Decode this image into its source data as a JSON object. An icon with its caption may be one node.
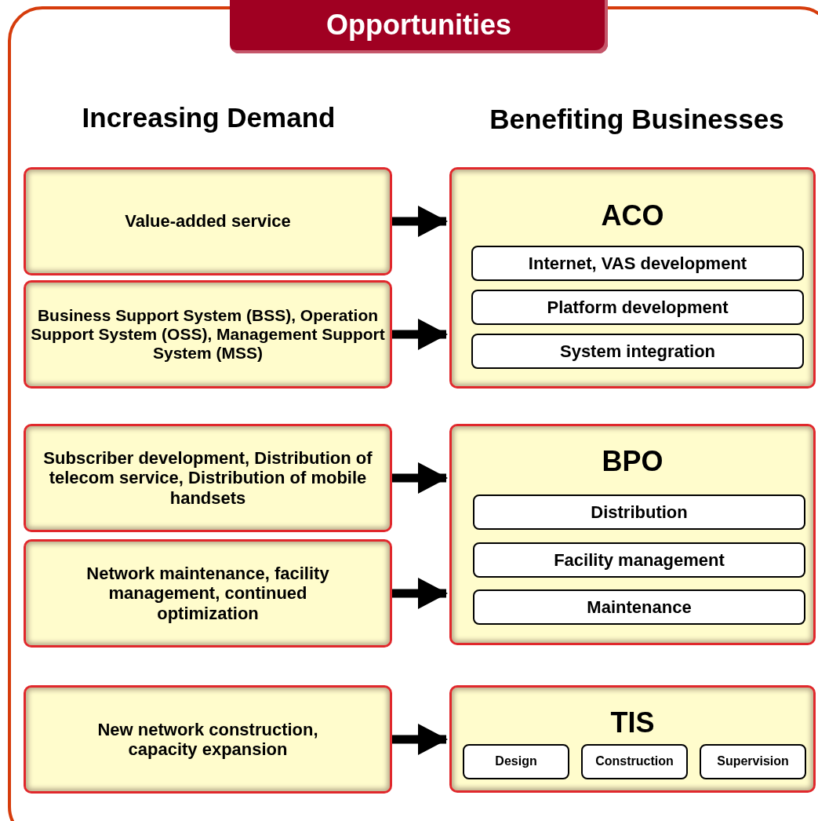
{
  "diagram": {
    "title": "Opportunities",
    "nodes": [
      {
        "text": [
          "Value-added service"
        ]
      },
      {
        "text": [
          "Business Support System (BSS), Operation Support System (OSS), Management Support System (MSS)"
        ]
      },
      {
        "text": [
          "Subscriber development, Distribution of telecom service, Distribution of mobile handsets"
        ]
      },
      {
        "text": [
          "Network maintenance, facility management, continued optimization"
        ]
      },
      {
        "text": [
          "New network construction, capacity expansion"
        ]
      },
      {
        "text": [
          "ACO"
        ]
      },
      {
        "text": [
          "Internet, VAS development"
        ],
        "in": 5
      },
      {
        "text": [
          "Platform development"
        ],
        "in": 5
      },
      {
        "text": [
          "System integration"
        ],
        "in": 5
      },
      {
        "text": [
          "BPO"
        ]
      },
      {
        "text": [
          "Distribution"
        ],
        "in": 9
      },
      {
        "text": [
          "Facility management"
        ],
        "in": 9
      },
      {
        "text": [
          "Maintenance"
        ],
        "in": 9
      },
      {
        "text": [
          "TIS"
        ]
      },
      {
        "text": [
          "Design"
        ],
        "in": 13
      },
      {
        "text": [
          "Construction"
        ],
        "in": 13
      },
      {
        "text": [
          "Supervision"
        ],
        "in": 13
      }
    ],
    "edges": [
      {
        "from": 0,
        "to": 5,
        "arrow": "to"
      },
      {
        "from": 1,
        "to": 5,
        "arrow": "to"
      },
      {
        "from": 2,
        "to": 9,
        "arrow": "to"
      },
      {
        "from": 3,
        "to": 9,
        "arrow": "to"
      },
      {
        "from": 4,
        "to": 13,
        "arrow": "to"
      }
    ],
    "labels": [
      "Increasing Demand",
      "Benefiting Businesses"
    ]
  }
}
